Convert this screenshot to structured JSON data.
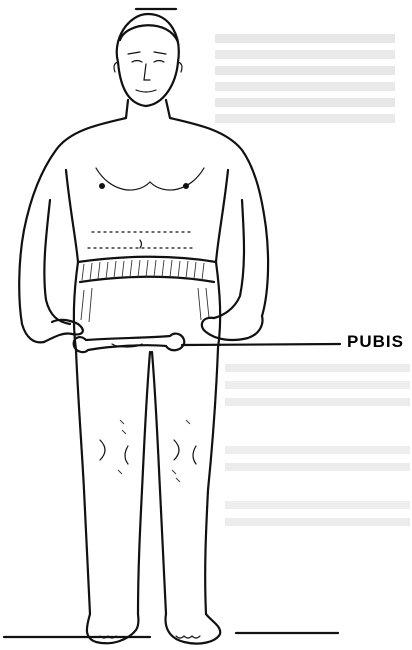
{
  "diagram": {
    "labels": {
      "pubis": "PUBIS"
    },
    "icons": [
      "standing-male-figure",
      "pubic-bone-outline"
    ]
  }
}
